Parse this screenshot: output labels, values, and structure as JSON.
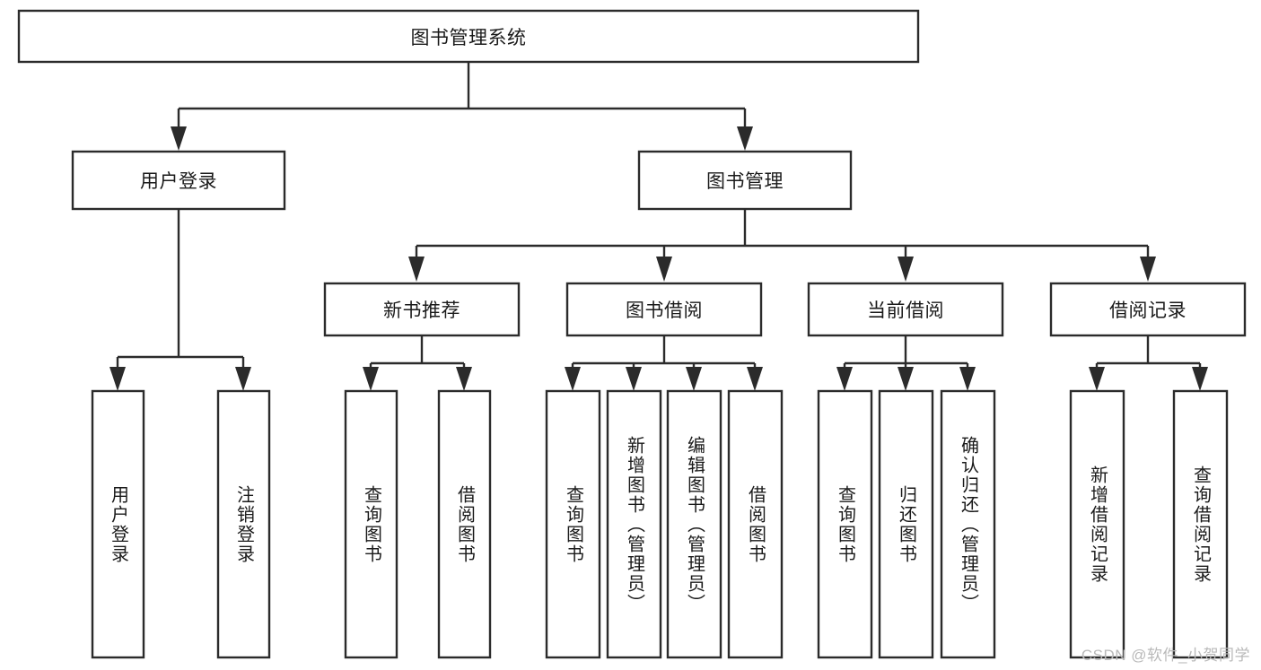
{
  "diagram": {
    "type": "tree-hierarchy-chart",
    "title_node": "图书管理系统",
    "watermark": "CSDN @软件_小贺同学",
    "colors": {
      "background": "#ffffff",
      "box_stroke": "#2b2b2b",
      "box_fill": "#ffffff",
      "text": "#1a1a1a",
      "watermark": "#b9b9b9"
    },
    "nodes": {
      "root": {
        "label": "图书管理系统",
        "orientation": "horizontal"
      },
      "level2": [
        {
          "label": "用户登录",
          "orientation": "horizontal"
        },
        {
          "label": "图书管理",
          "orientation": "horizontal"
        }
      ],
      "level3": [
        {
          "label": "新书推荐",
          "orientation": "horizontal"
        },
        {
          "label": "图书借阅",
          "orientation": "horizontal"
        },
        {
          "label": "当前借阅",
          "orientation": "horizontal"
        },
        {
          "label": "借阅记录",
          "orientation": "horizontal"
        }
      ],
      "leaves_user_login": [
        {
          "label": "用户登录",
          "orientation": "vertical"
        },
        {
          "label": "注销登录",
          "orientation": "vertical"
        }
      ],
      "leaves_new_book": [
        {
          "label": "查询图书",
          "orientation": "vertical"
        },
        {
          "label": "借阅图书",
          "orientation": "vertical"
        }
      ],
      "leaves_borrow": [
        {
          "label": "查询图书",
          "orientation": "vertical"
        },
        {
          "label": "新增图书（管理员）",
          "orientation": "vertical"
        },
        {
          "label": "编辑图书（管理员）",
          "orientation": "vertical"
        },
        {
          "label": "借阅图书",
          "orientation": "vertical"
        }
      ],
      "leaves_current": [
        {
          "label": "查询图书",
          "orientation": "vertical"
        },
        {
          "label": "归还图书",
          "orientation": "vertical"
        },
        {
          "label": "确认归还（管理员）",
          "orientation": "vertical"
        }
      ],
      "leaves_records": [
        {
          "label": "新增借阅记录",
          "orientation": "vertical"
        },
        {
          "label": "查询借阅记录",
          "orientation": "vertical"
        }
      ]
    }
  }
}
